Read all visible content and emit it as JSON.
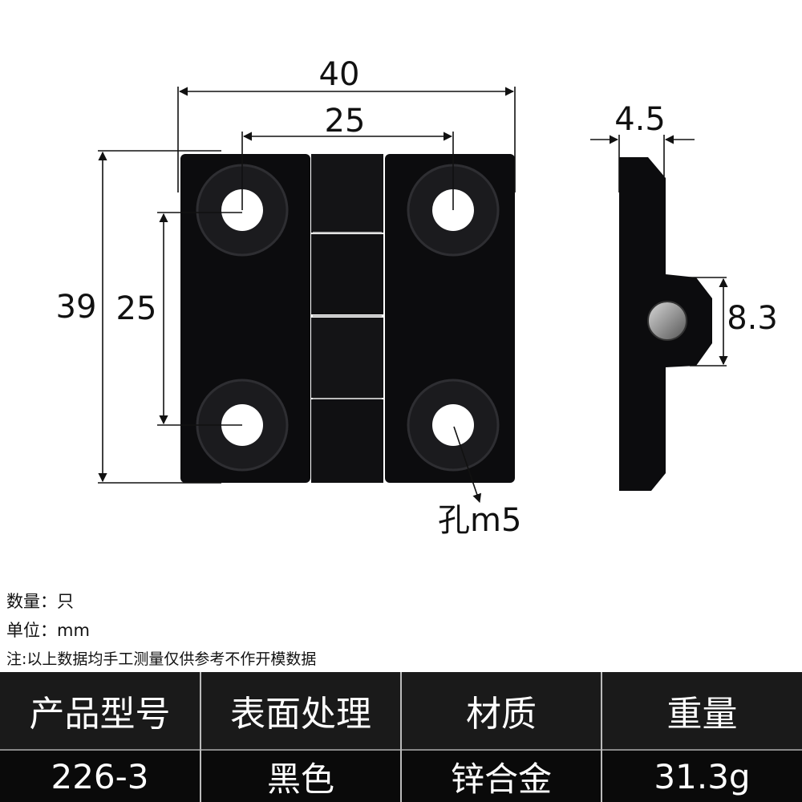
{
  "drawing": {
    "dims": {
      "overall_width": "40",
      "hole_spacing_h": "25",
      "overall_height": "39",
      "hole_spacing_v": "25",
      "thickness": "4.5",
      "knuckle_height": "8.3"
    },
    "hole_label": "孔m5"
  },
  "notes": {
    "quantity": "数量：只",
    "unit": "单位：mm",
    "disclaimer": "注:以上数据均手工测量仅供参考不作开模数据"
  },
  "spec_table": {
    "headers": [
      "产品型号",
      "表面处理",
      "材质",
      "重量"
    ],
    "values": [
      "226-3",
      "黑色",
      "锌合金",
      "31.3g"
    ]
  },
  "colors": {
    "product": "#0c0c0e",
    "header_bg": "#1a1a1a",
    "row_bg": "#0a0a0a"
  }
}
